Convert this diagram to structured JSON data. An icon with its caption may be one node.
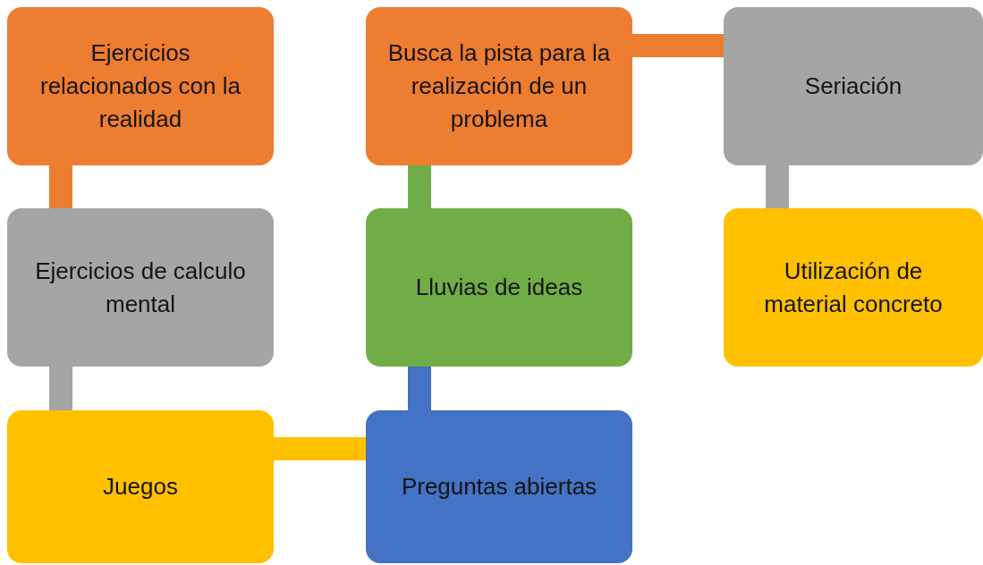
{
  "diagram": {
    "nodes": [
      {
        "text": [
          "Ejercicios relacionados con la realidad"
        ]
      },
      {
        "text": [
          "Ejercicios de calculo mental"
        ]
      },
      {
        "text": [
          "Juegos"
        ]
      },
      {
        "text": [
          "Preguntas abiertas"
        ]
      },
      {
        "text": [
          "Lluvias de ideas"
        ]
      },
      {
        "text": [
          "Busca la pista para la realización de un problema"
        ]
      },
      {
        "text": [
          "Seriación"
        ]
      },
      {
        "text": [
          "Utilización de material concreto"
        ]
      }
    ],
    "edges": [
      {
        "from": 0,
        "to": 1,
        "arrow": "none",
        "color": "#ed7d31"
      },
      {
        "from": 1,
        "to": 2,
        "arrow": "none",
        "color": "#a5a5a5"
      },
      {
        "from": 2,
        "to": 3,
        "arrow": "none",
        "color": "#ffc000"
      },
      {
        "from": 3,
        "to": 4,
        "arrow": "none",
        "color": "#4472c4"
      },
      {
        "from": 4,
        "to": 5,
        "arrow": "none",
        "color": "#70ad47"
      },
      {
        "from": 5,
        "to": 6,
        "arrow": "none",
        "color": "#ed7d31"
      },
      {
        "from": 6,
        "to": 7,
        "arrow": "none",
        "color": "#a5a5a5"
      }
    ]
  }
}
